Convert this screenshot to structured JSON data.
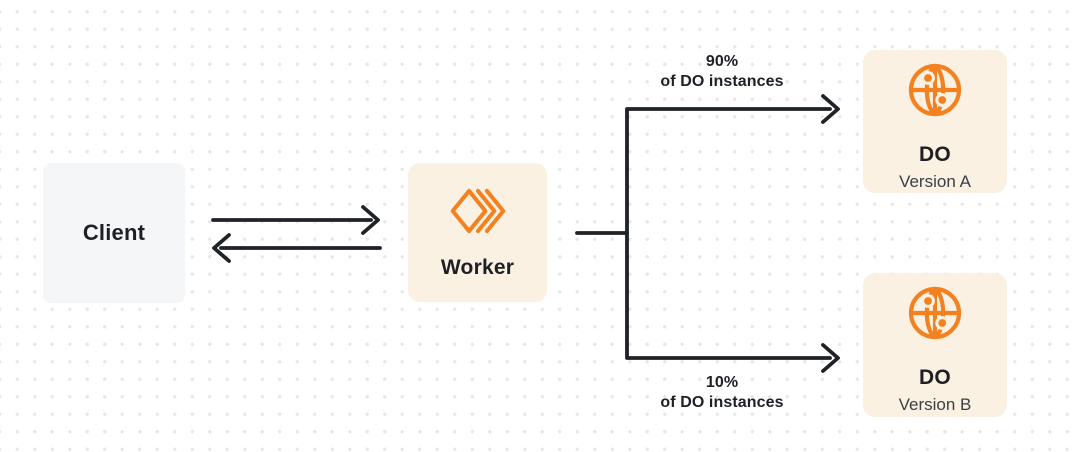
{
  "nodes": {
    "client": {
      "label": "Client"
    },
    "worker": {
      "label": "Worker",
      "icon": "workers-logo-icon"
    },
    "do_version_a": {
      "title": "DO",
      "subtitle": "Version A",
      "icon": "globe-icon"
    },
    "do_version_b": {
      "title": "DO",
      "subtitle": "Version B",
      "icon": "globe-icon"
    }
  },
  "edges": {
    "to_version_a": {
      "percent": "90%",
      "caption": "of DO instances"
    },
    "to_version_b": {
      "percent": "10%",
      "caption": "of DO instances"
    }
  },
  "colors": {
    "accent": "#F48120",
    "line": "#1F2227",
    "text": "#1D2025",
    "subtitle": "#3A4046",
    "client_bg": "#F5F6F8",
    "warm_bg": "#FAF1E2",
    "dot": "#E7E7EA",
    "canvas_bg": "#FFFFFF"
  }
}
